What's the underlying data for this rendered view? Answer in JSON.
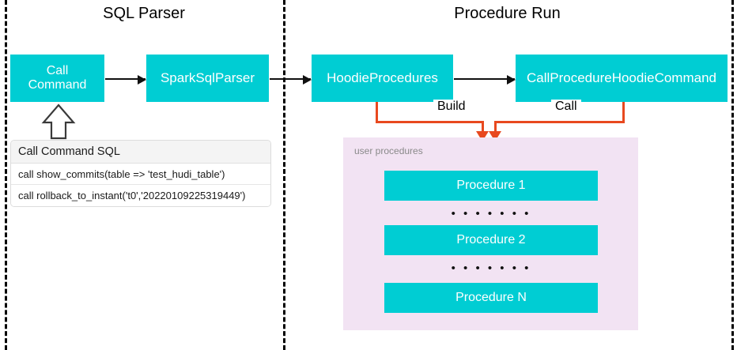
{
  "diagram": {
    "title_left": "SQL Parser",
    "title_right": "Procedure Run",
    "colors": {
      "box_fill": "#00CDD3",
      "box_text": "#FFFFFF",
      "panel_fill": "#F2E3F3",
      "flow_arrow": "#111111",
      "route_arrow": "#E8491F",
      "divider": "#000000"
    }
  },
  "left_section": {
    "boxes": [
      {
        "id": "call-command",
        "label_line1": "Call",
        "label_line2": "Command"
      },
      {
        "id": "spark-sql-parser",
        "label": "SparkSqlParser"
      }
    ],
    "sql_table": {
      "header": "Call Command SQL",
      "rows": [
        "call show_commits(table => 'test_hudi_table')",
        "call rollback_to_instant('t0','20220109225319449')"
      ]
    }
  },
  "right_section": {
    "boxes": [
      {
        "id": "hoodie-procedures",
        "label": "HoodieProcedures"
      },
      {
        "id": "call-procedure-hoodie-command",
        "label": "CallProcedureHoodieCommand"
      }
    ],
    "route_labels": {
      "build": "Build",
      "call": "Call"
    },
    "panel": {
      "label": "user procedures",
      "items": [
        {
          "type": "bar",
          "label": "Procedure 1"
        },
        {
          "type": "dots",
          "label": "• • • • • • •"
        },
        {
          "type": "bar",
          "label": "Procedure 2"
        },
        {
          "type": "dots",
          "label": "• • • • • • •"
        },
        {
          "type": "bar",
          "label": "Procedure N"
        }
      ]
    }
  }
}
